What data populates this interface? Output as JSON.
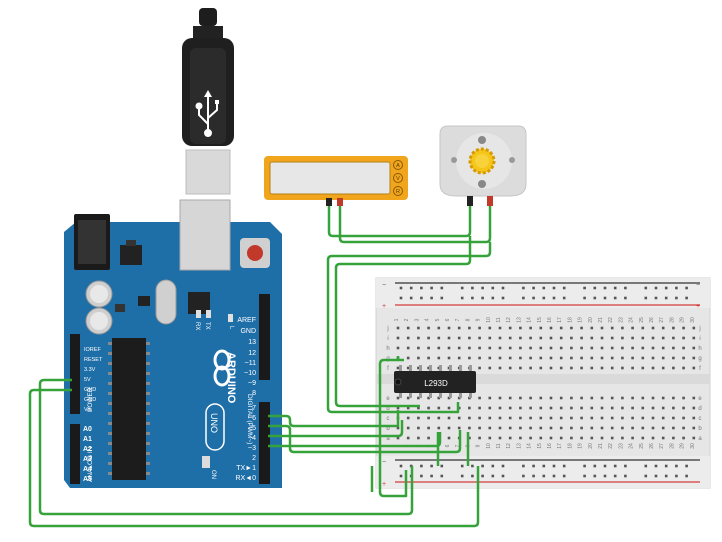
{
  "arduino": {
    "brand": "ARDUINO",
    "model": "UNO",
    "on_label": "ON",
    "tx": "TX",
    "rx": "RX",
    "l": "L",
    "digital_header": "DIGITAL (PWM~)",
    "power_header": "POWER",
    "analog_header": "ANALOG IN",
    "digital_pins_upper": [
      "AREF",
      "GND",
      "13",
      "12",
      "~11",
      "~10",
      "~9",
      "8"
    ],
    "digital_pins_lower": [
      "7",
      "~6",
      "~5",
      "4",
      "~3",
      "2",
      "TX►1",
      "RX◄0"
    ],
    "power_pins": [
      "IOREF",
      "RESET",
      "3.3V",
      "5V",
      "GND",
      "GND",
      "Vin"
    ],
    "analog_pins": [
      "A0",
      "A1",
      "A2",
      "A3",
      "A4",
      "A5"
    ]
  },
  "ic": {
    "label": "L293D"
  },
  "multimeter": {
    "buttons": [
      "A",
      "V",
      "R"
    ]
  },
  "breadboard": {
    "row_letters_top": [
      "j",
      "i",
      "h",
      "g",
      "f"
    ],
    "row_letters_bottom": [
      "e",
      "d",
      "c",
      "b",
      "a"
    ],
    "column_count": 30,
    "rail_plus": "+",
    "rail_minus": "−"
  },
  "colors": {
    "wire": "#36a33a",
    "board": "#1e6ea8",
    "multimeter": "#f1a51c",
    "ic": "#222222"
  }
}
